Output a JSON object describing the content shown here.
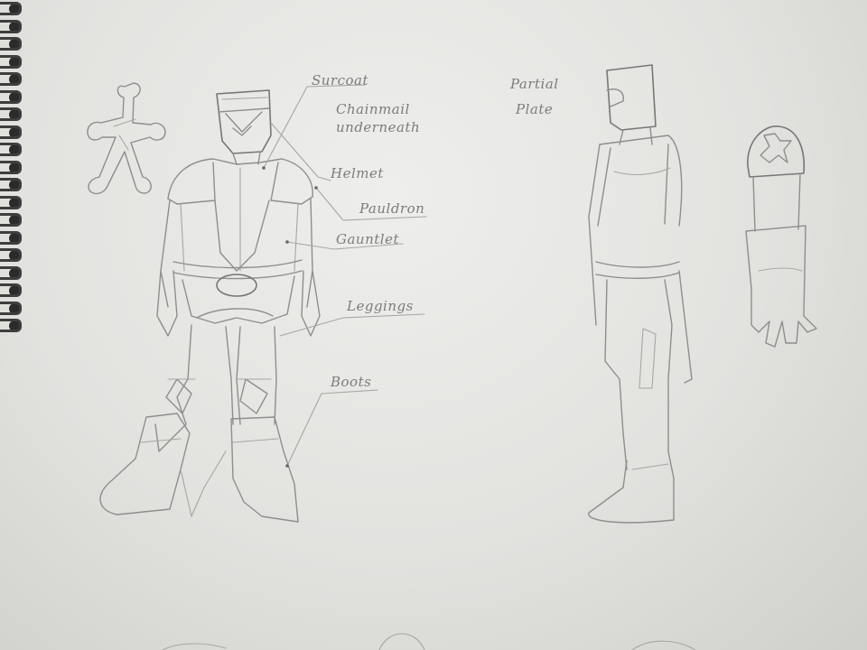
{
  "labels": {
    "surcoat": "Surcoat",
    "chainmail": "Chainmail",
    "underneath": "underneath",
    "helmet": "Helmet",
    "pauldron": "Pauldron",
    "gauntlet": "Gauntlet",
    "leggings": "Leggings",
    "boots": "Boots",
    "partial": "Partial",
    "plate": "Plate"
  },
  "colors": {
    "paper": "#e4e4e1",
    "pencil": "#8e8e8c",
    "spiral": "#3e3e3e"
  },
  "icons": [
    "spiral-binding-icon",
    "cross-emblem-icon",
    "helmet-crest-icon"
  ]
}
